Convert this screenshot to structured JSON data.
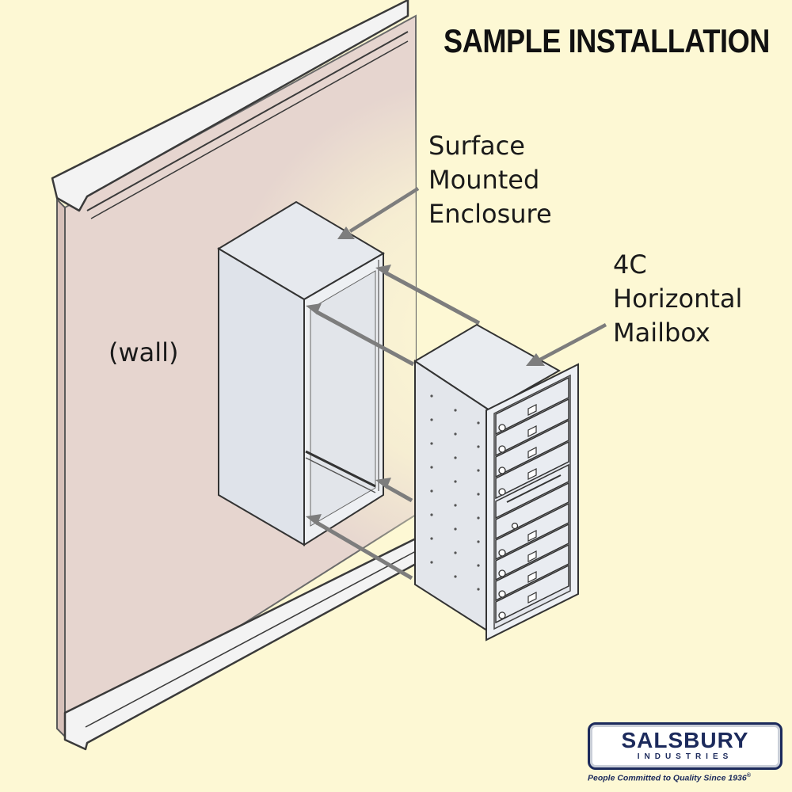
{
  "title": "SAMPLE INSTALLATION",
  "labels": {
    "enclosure": [
      "Surface",
      "Mounted",
      "Enclosure"
    ],
    "mailbox": [
      "4C",
      "Horizontal",
      "Mailbox"
    ],
    "wall": "(wall)"
  },
  "logo": {
    "name": "SALSBURY",
    "subtitle": "INDUSTRIES",
    "tagline": "People Committed to Quality Since 1936",
    "registered_mark": "®"
  },
  "colors": {
    "background": "#fdf8d4",
    "wall": "#e6d5cf",
    "trim": "#f3f3f3",
    "outline": "#3a3a3a",
    "metal": "#e4e7ec",
    "arrow": "#7d7d7d",
    "brand": "#1c2a5c"
  }
}
